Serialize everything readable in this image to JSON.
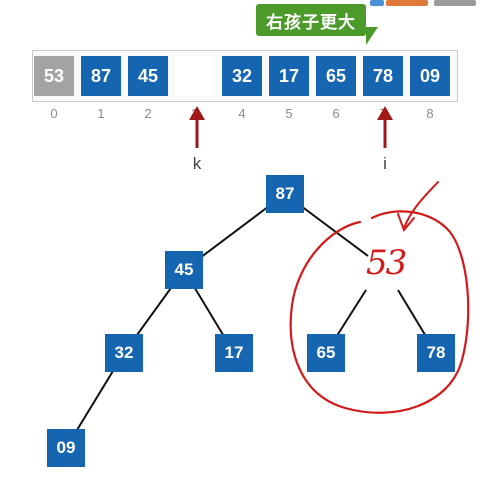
{
  "tooltip": {
    "text": "右孩子更大"
  },
  "array": {
    "cells": [
      {
        "value": "53",
        "index": "0",
        "style": "gray"
      },
      {
        "value": "87",
        "index": "1",
        "style": "blue"
      },
      {
        "value": "45",
        "index": "2",
        "style": "blue"
      },
      {
        "value": "",
        "index": "3",
        "style": "empty"
      },
      {
        "value": "32",
        "index": "4",
        "style": "blue"
      },
      {
        "value": "17",
        "index": "5",
        "style": "blue"
      },
      {
        "value": "65",
        "index": "6",
        "style": "blue"
      },
      {
        "value": "78",
        "index": "7",
        "style": "blue"
      },
      {
        "value": "09",
        "index": "8",
        "style": "blue"
      }
    ]
  },
  "pointers": {
    "k": "k",
    "i": "i"
  },
  "tree": {
    "nodes": {
      "n87": "87",
      "n45": "45",
      "n32": "32",
      "n17": "17",
      "n65": "65",
      "n78": "78",
      "n09": "09"
    },
    "handwritten_root": "53"
  },
  "colors": {
    "node_blue": "#1565b0",
    "gray_cell": "#a3a3a3",
    "tooltip_green": "#4c9a2a",
    "pointer_arrow": "#a01818",
    "annotation_red": "#d21a1a"
  }
}
